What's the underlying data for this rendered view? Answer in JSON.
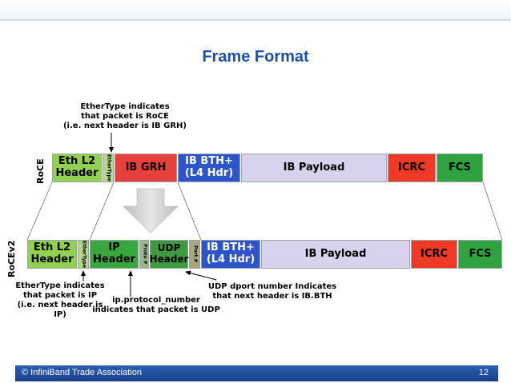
{
  "title": "Frame Format",
  "roce_row": {
    "label": "RoCE",
    "fields": {
      "eth_l2": "Eth L2 Header",
      "ethertype": "EtherType",
      "ib_grh": "IB GRH",
      "ib_bth": "IB BTH+ (L4 Hdr)",
      "ib_payload": "IB Payload",
      "icrc": "ICRC",
      "fcs": "FCS"
    }
  },
  "rocev2_row": {
    "label": "RoCEv2",
    "fields": {
      "eth_l2": "Eth L2 Header",
      "ethertype": "EtherType",
      "ip_header": "IP Header",
      "proto": "Proto #",
      "udp_header": "UDP Header",
      "port": "Port #",
      "ib_bth": "IB BTH+ (L4 Hdr)",
      "ib_payload": "IB Payload",
      "icrc": "ICRC",
      "fcs": "FCS"
    }
  },
  "annotations": {
    "roce_ethertype_note": "EtherType indicates\nthat packet is RoCE\n(i.e. next header is IB GRH)",
    "rocev2_ethertype_note": "EtherType indicates\nthat packet is IP\n(i.e. next header is\nIP)",
    "proto_note": "ip.protocol_number\nindicates that packet is UDP",
    "udp_note": "UDP dport number Indicates\nthat next header is IB.BTH"
  },
  "footer": {
    "copyright": "© InfiniBand Trade Association",
    "page_number": "12"
  },
  "colors": {
    "title": "#1f4fa3",
    "eth_l2": "#92d050",
    "ethertype": "#b5d98a",
    "ib_grh": "#e8403c",
    "ib_bth": "#2b55c9",
    "ib_payload": "#d9d2ec",
    "icrc": "#ef3b26",
    "fcs": "#2ea33f",
    "ip_header": "#39a83c",
    "proto": "#9db98a",
    "udp_header": "#3e9a3e",
    "port": "#a6a87c",
    "footer": "#234f9e"
  }
}
